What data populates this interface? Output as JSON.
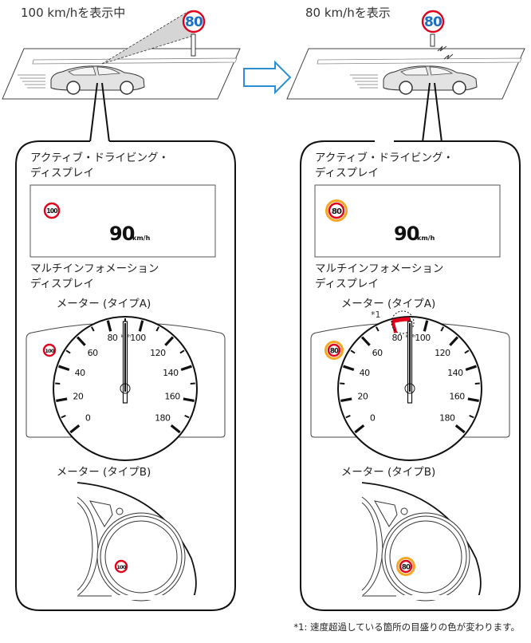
{
  "scenes": [
    {
      "caption": "100 km/hを表示中",
      "sign": "80"
    },
    {
      "caption": "80 km/hを表示",
      "sign": "80"
    }
  ],
  "panels": [
    {
      "adp_title": [
        "アクティブ・ドライビング・",
        "ディスプレイ"
      ],
      "adp_sign": "100",
      "speed": "90",
      "unit": "km/h",
      "mid_title": [
        "マルチインフォメーション",
        "ディスプレイ"
      ],
      "meter_a_title": "メーター (タイプA)",
      "meter_a_sign": "100",
      "meter_b_title": "メーター (タイプB)",
      "meter_b_sign": "100",
      "highlight": false
    },
    {
      "adp_title": [
        "アクティブ・ドライビング・",
        "ディスプレイ"
      ],
      "adp_sign": "80",
      "speed": "90",
      "unit": "km/h",
      "mid_title": [
        "マルチインフォメーション",
        "ディスプレイ"
      ],
      "meter_a_title": "メーター (タイプA)",
      "meter_a_sign": "80",
      "meter_b_title": "メーター (タイプB)",
      "meter_b_sign": "80",
      "highlight": true,
      "note_marker": "*1"
    }
  ],
  "gauge": {
    "labels": [
      "0",
      "20",
      "40",
      "60",
      "80",
      "100",
      "120",
      "140",
      "160",
      "180"
    ],
    "min": 0,
    "max": 180,
    "needle_value": 90,
    "unit": "km/h",
    "overspeed_range": [
      80,
      90
    ]
  },
  "footnote": "*1: 速度超過している箇所の目盛りの色が変わります。",
  "colors": {
    "sign_ring": "#e0001b",
    "sign_text": "#1a6fc0",
    "glow": "#f5a623",
    "arrow": "#2b8fd6",
    "overspeed": "#e0001b"
  }
}
